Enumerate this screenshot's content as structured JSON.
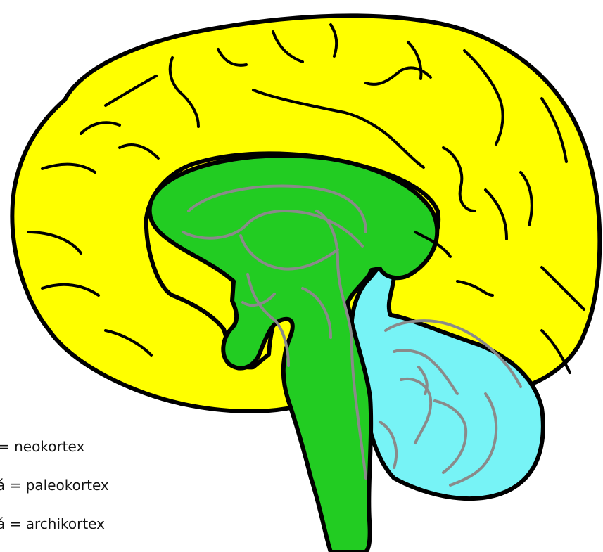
{
  "colors": {
    "neocortex": "#ffff00",
    "paleocortex": "#22cc22",
    "archicortex": "#77f3f6",
    "outline": "#000000",
    "inner_lines": "#8a8a8a"
  },
  "legend": {
    "items": [
      {
        "text": "= neokortex"
      },
      {
        "text": "á = paleokortex"
      },
      {
        "text": "á = archikortex"
      }
    ]
  }
}
